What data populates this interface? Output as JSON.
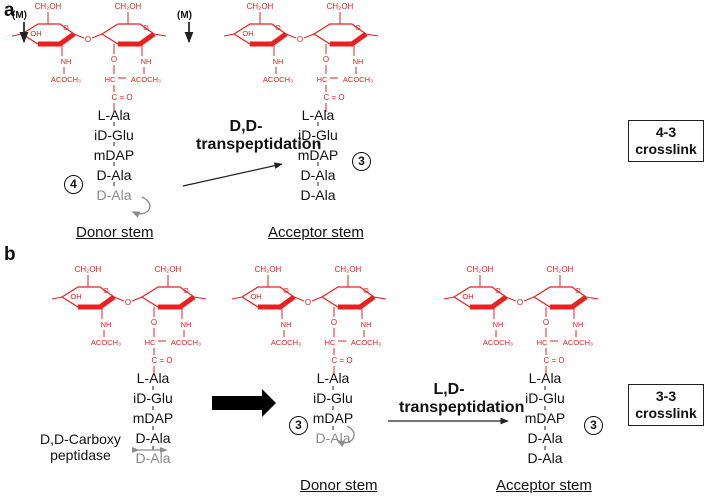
{
  "panels": {
    "a": "a",
    "b": "b"
  },
  "m_marker": "(M)",
  "sugar": {
    "ch2oh": "CH₂OH",
    "oh": "OH",
    "nh": "NH",
    "acetyl": "ACOCH₃",
    "o": "O",
    "hc": "HC",
    "hc_methyl": "CH₃",
    "carbonyl": "C = O"
  },
  "peptide": {
    "lala": "L-Ala",
    "idglu": "iD-Glu",
    "mdap": "mDAP",
    "dala": "D-Ala"
  },
  "labels": {
    "donor": "Donor stem",
    "acceptor": "Acceptor stem",
    "dd_tp": "D,D-\ntranspeptidation",
    "ld_tp": "L,D-\ntranspeptidation",
    "dd_cp": "D,D-Carboxy\npeptidase",
    "crosslink_43": "4-3\ncrosslink",
    "crosslink_33": "3-3\ncrosslink",
    "circ3": "3",
    "circ4": "4"
  },
  "colors": {
    "sugar": "#e8201f",
    "cleaved": "#8c8c8c",
    "text": "#111111"
  }
}
